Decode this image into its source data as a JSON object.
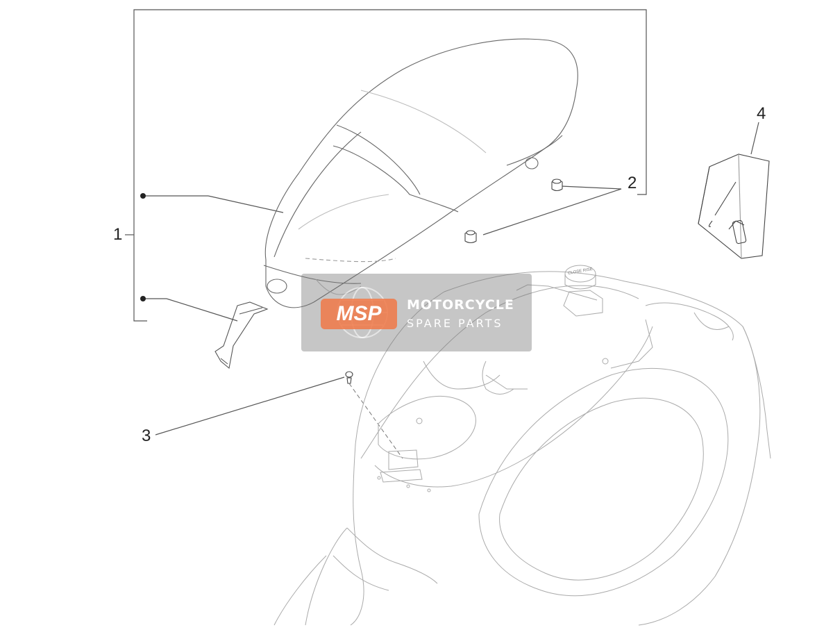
{
  "diagram": {
    "callouts": [
      {
        "id": "1",
        "label": "1"
      },
      {
        "id": "2",
        "label": "2"
      },
      {
        "id": "3",
        "label": "3"
      },
      {
        "id": "4",
        "label": "4"
      }
    ],
    "fuel_cap_text": "CLOSE RISE"
  },
  "watermark": {
    "logo": "MSP",
    "line1": "MOTORCYCLE",
    "line2": "SPARE PARTS",
    "color": "#f0784a"
  },
  "colors": {
    "line": "#555555",
    "faint_line": "#b0b0b0"
  }
}
